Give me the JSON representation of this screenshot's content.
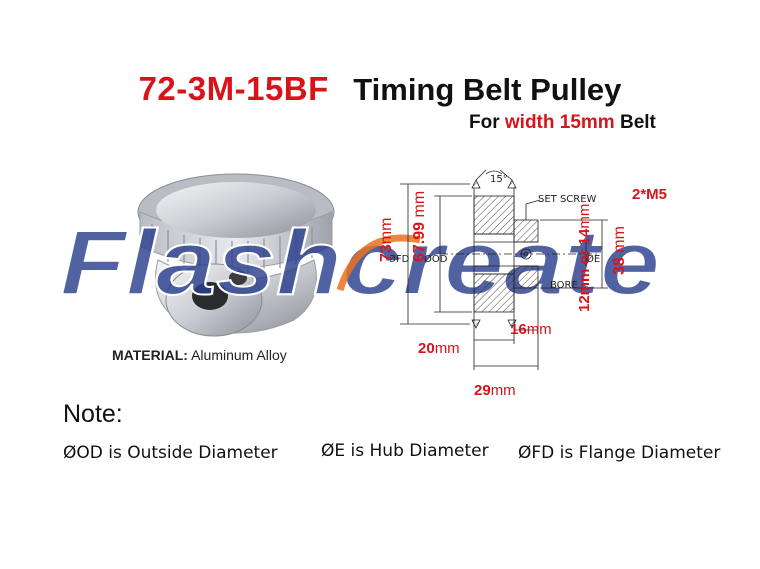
{
  "header": {
    "model": "72-3M-15BF",
    "product": "Timing Belt Pulley",
    "subtitle_prefix": "For ",
    "subtitle_highlight": "width 15mm",
    "subtitle_suffix": " Belt"
  },
  "material": {
    "label": "MATERIAL:",
    "value": "Aluminum Alloy"
  },
  "watermark": "Flashcreate",
  "diagram": {
    "angle": "15°",
    "set_screw": "SET SCREW",
    "screw_size": "2*M5",
    "fd_label": "ØFD",
    "od_label": "ØOD",
    "e_label": "ØE",
    "bore_label": "BORE",
    "dim_fd": {
      "value": "73",
      "unit": "mm"
    },
    "dim_od": {
      "value": "67.99",
      "unit": "mm"
    },
    "dim_bore": {
      "value": "12mm or 14",
      "unit": "mm"
    },
    "dim_e": {
      "value": "38",
      "unit": "mm"
    },
    "dim_hub_len": {
      "value": "16",
      "unit": "mm"
    },
    "dim_face": {
      "value": "20",
      "unit": "mm"
    },
    "dim_total": {
      "value": "29",
      "unit": "mm"
    }
  },
  "notes": {
    "title": "Note:",
    "items": [
      "ØOD is  Outside Diameter",
      "ØE is Hub Diameter",
      "ØFD is Flange Diameter"
    ]
  },
  "colors": {
    "accent": "#d8141a",
    "watermark_blue": "#2b3f8f",
    "watermark_orange": "#e8731c"
  }
}
